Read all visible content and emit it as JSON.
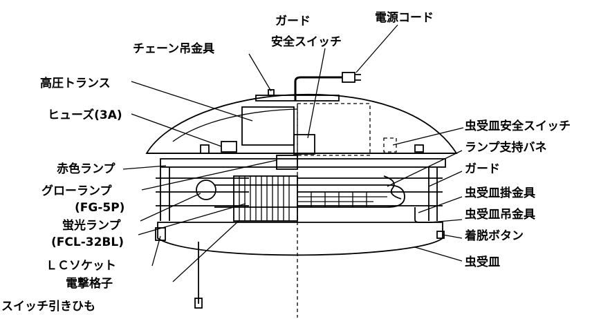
{
  "labels": {
    "chain_hanger": "チェーン吊金具",
    "guard_safety_switch_1": "ガード",
    "guard_safety_switch_2": "安全スイッチ",
    "power_cord": "電源コード",
    "high_voltage_transformer": "高圧トランス",
    "fuse": "ヒューズ(3A)",
    "red_lamp": "赤色ランプ",
    "glow_lamp": "グローランプ",
    "glow_lamp_model": "(FG-5P)",
    "fluorescent_lamp": "蛍光ランプ",
    "fluorescent_lamp_model": "(FCL-32BL)",
    "lc_socket": "ＬＣソケット",
    "electric_grid": "電撃格子",
    "switch_pull_cord": "スイッチ引きひも",
    "tray_safety_switch": "虫受皿安全スイッチ",
    "lamp_support_spring": "ランプ支持バネ",
    "guard": "ガード",
    "tray_hook": "虫受皿掛金具",
    "tray_hanger": "虫受皿吊金具",
    "release_button": "着脱ボタン",
    "insect_tray": "虫受皿"
  }
}
